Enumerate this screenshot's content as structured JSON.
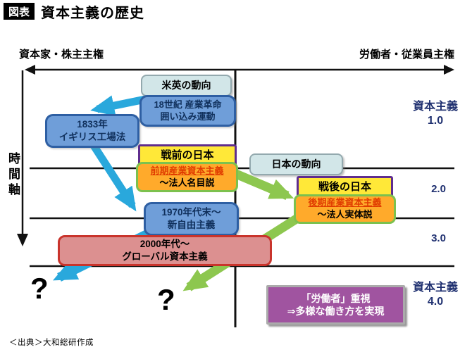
{
  "header": {
    "badge": "図表",
    "title": "資本主義の歴史"
  },
  "axis": {
    "left": "資本家・株主主権",
    "right": "労働者・従業員主権",
    "time": "時間軸"
  },
  "boxes": {
    "us_uk_trend": {
      "label": "米英の動向"
    },
    "industrial_revolution": {
      "lines": [
        "18世紀 産業革命",
        "囲い込み運動"
      ]
    },
    "factory_act": {
      "lines": [
        "1833年",
        "イギリス工場法"
      ]
    },
    "prewar_japan": {
      "label": "戦前の日本"
    },
    "early_industrial_capitalism": {
      "lines": [
        "前期産業資本主義",
        "〜法人名目説"
      ]
    },
    "japan_trend": {
      "label": "日本の動向"
    },
    "postwar_japan": {
      "label": "戦後の日本"
    },
    "late_industrial_capitalism": {
      "lines": [
        "後期産業資本主義",
        "〜法人実体説"
      ]
    },
    "neoliberalism": {
      "lines": [
        "1970年代末〜",
        "新自由主義"
      ]
    },
    "global_capitalism": {
      "lines": [
        "2000年代〜",
        "グローバル資本主義"
      ]
    },
    "worker_focus": {
      "lines": [
        "「労働者」重視",
        "⇒多様な働き方を実現"
      ]
    }
  },
  "stages": {
    "c1": {
      "lines": [
        "資本主義",
        "1.0"
      ]
    },
    "c2": {
      "label": "2.0"
    },
    "c3": {
      "label": "3.0"
    },
    "c4": {
      "lines": [
        "資本主義",
        "4.0"
      ]
    }
  },
  "question_marks": {
    "left": "?",
    "right": "?"
  },
  "source": "＜出典＞大和総研作成",
  "colors": {
    "blue_arrow": "#29a8dc",
    "green_arrow": "#8dc74f",
    "box_blue": "#6f9ed9",
    "box_yellow": "#ffe838",
    "box_orange": "#ffaa2b",
    "box_pink": "#dc9090",
    "box_purple": "#a054a0",
    "box_pale": "#d2e6e8",
    "stage_text": "#1f3070",
    "red_text": "#e03c00"
  }
}
